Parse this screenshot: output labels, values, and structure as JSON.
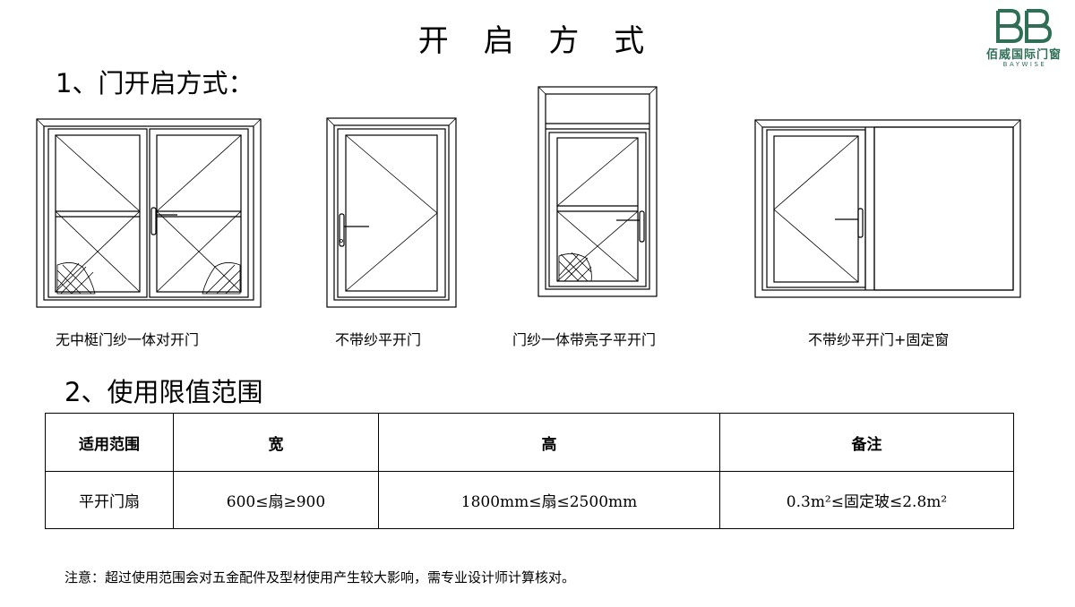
{
  "page": {
    "title": "开 启 方 式"
  },
  "logo": {
    "mark": "BB",
    "cn_name": "佰威国际门窗",
    "en_name": "BAYWISE"
  },
  "section1": {
    "heading": "1、门开启方式：",
    "door_types": [
      {
        "caption": "无中梃门纱一体对开门"
      },
      {
        "caption": "不带纱平开门"
      },
      {
        "caption": "门纱一体带亮子平开门"
      },
      {
        "caption": "不带纱平开门+固定窗"
      }
    ]
  },
  "section2": {
    "heading": "2、使用限值范围",
    "table": {
      "headers": [
        "适用范围",
        "宽",
        "高",
        "备注"
      ],
      "rows": [
        [
          "平开门扇",
          "600≤扇≥900",
          "1800mm≤扇≤2500mm",
          "0.3m²≤固定玻≤2.8m²"
        ]
      ]
    }
  },
  "note": "注意：超过使用范围会对五金配件及型材使用产生较大影响，需专业设计师计算核对。",
  "colors": {
    "brand_green": "#2f6f56",
    "line": "#000000"
  }
}
